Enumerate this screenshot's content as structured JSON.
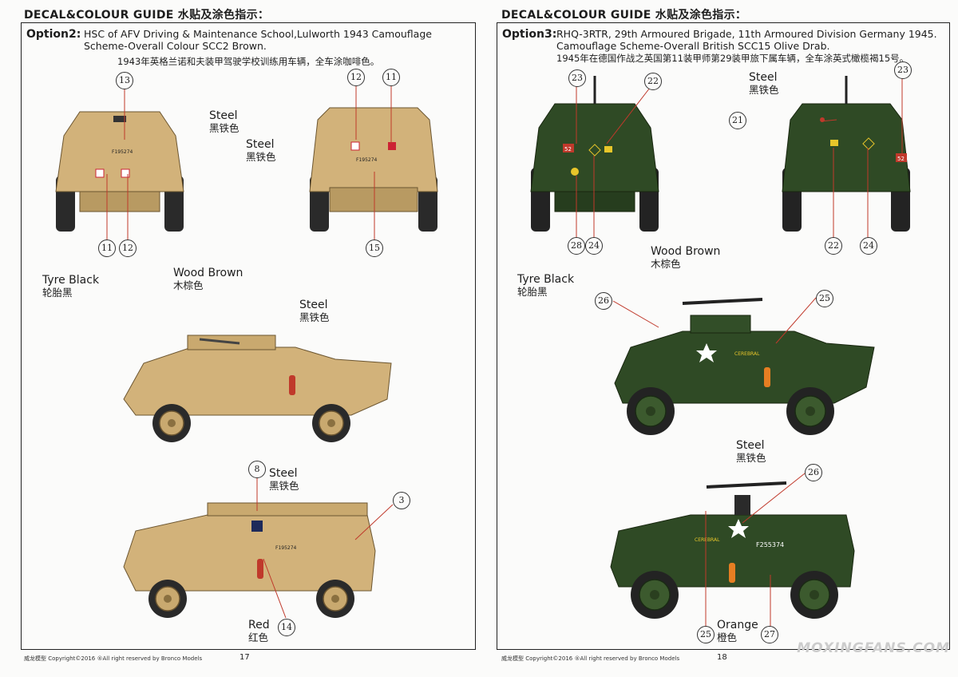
{
  "left": {
    "guide_title": "DECAL&COLOUR GUIDE 水贴及涂色指示：",
    "option_label": "Option2:",
    "option_desc_1": "HSC of AFV Driving & Maintenance School,Lulworth 1943 Camouflage",
    "option_desc_2": "Scheme-Overall Colour SCC2 Brown.",
    "option_cn": "1943年英格兰诺和夫装甲驾驶学校训练用车辆，全车涂咖啡色。",
    "labels": {
      "steel_en": "Steel",
      "steel_cn": "黑铁色",
      "tyre_en": "Tyre Black",
      "tyre_cn": "轮胎黑",
      "wood_en": "Wood Brown",
      "wood_cn": "木棕色",
      "red_en": "Red",
      "red_cn": "红色"
    },
    "callouts": [
      "13",
      "11",
      "12",
      "12",
      "11",
      "15",
      "8",
      "3",
      "14"
    ],
    "serial": "F195274",
    "footer": "威龙模型  Copyright©2016  ®All right reserved by Bronco Models",
    "page_number": "17",
    "vehicle_color": "#d2b27a"
  },
  "right": {
    "guide_title": "DECAL&COLOUR GUIDE 水贴及涂色指示：",
    "option_label": "Option3:",
    "option_desc_1": "RHQ-3RTR, 29th Armoured Brigade, 11th Armoured Division Germany 1945.",
    "option_desc_2": "Camouflage Scheme-Overall British SCC15 Olive Drab.",
    "option_cn": "1945年在德国作战之英国第11装甲师第29装甲旅下属车辆，全车涂英式橄榄褐15号。",
    "labels": {
      "steel_en": "Steel",
      "steel_cn": "黑铁色",
      "tyre_en": "Tyre Black",
      "tyre_cn": "轮胎黑",
      "wood_en": "Wood Brown",
      "wood_cn": "木棕色",
      "orange_en": "Orange",
      "orange_cn": "橙色"
    },
    "callouts": [
      "23",
      "22",
      "21",
      "23",
      "28",
      "24",
      "22",
      "24",
      "26",
      "25",
      "26",
      "25",
      "27"
    ],
    "serial": "F255374",
    "cerebral": "CEREBRAL",
    "unit_number": "52",
    "footer": "威龙模型  Copyright©2016  ®All right reserved by Bronco Models",
    "page_number": "18",
    "vehicle_color": "#2f4a25"
  },
  "watermark": "MOXINGFANS.COM"
}
